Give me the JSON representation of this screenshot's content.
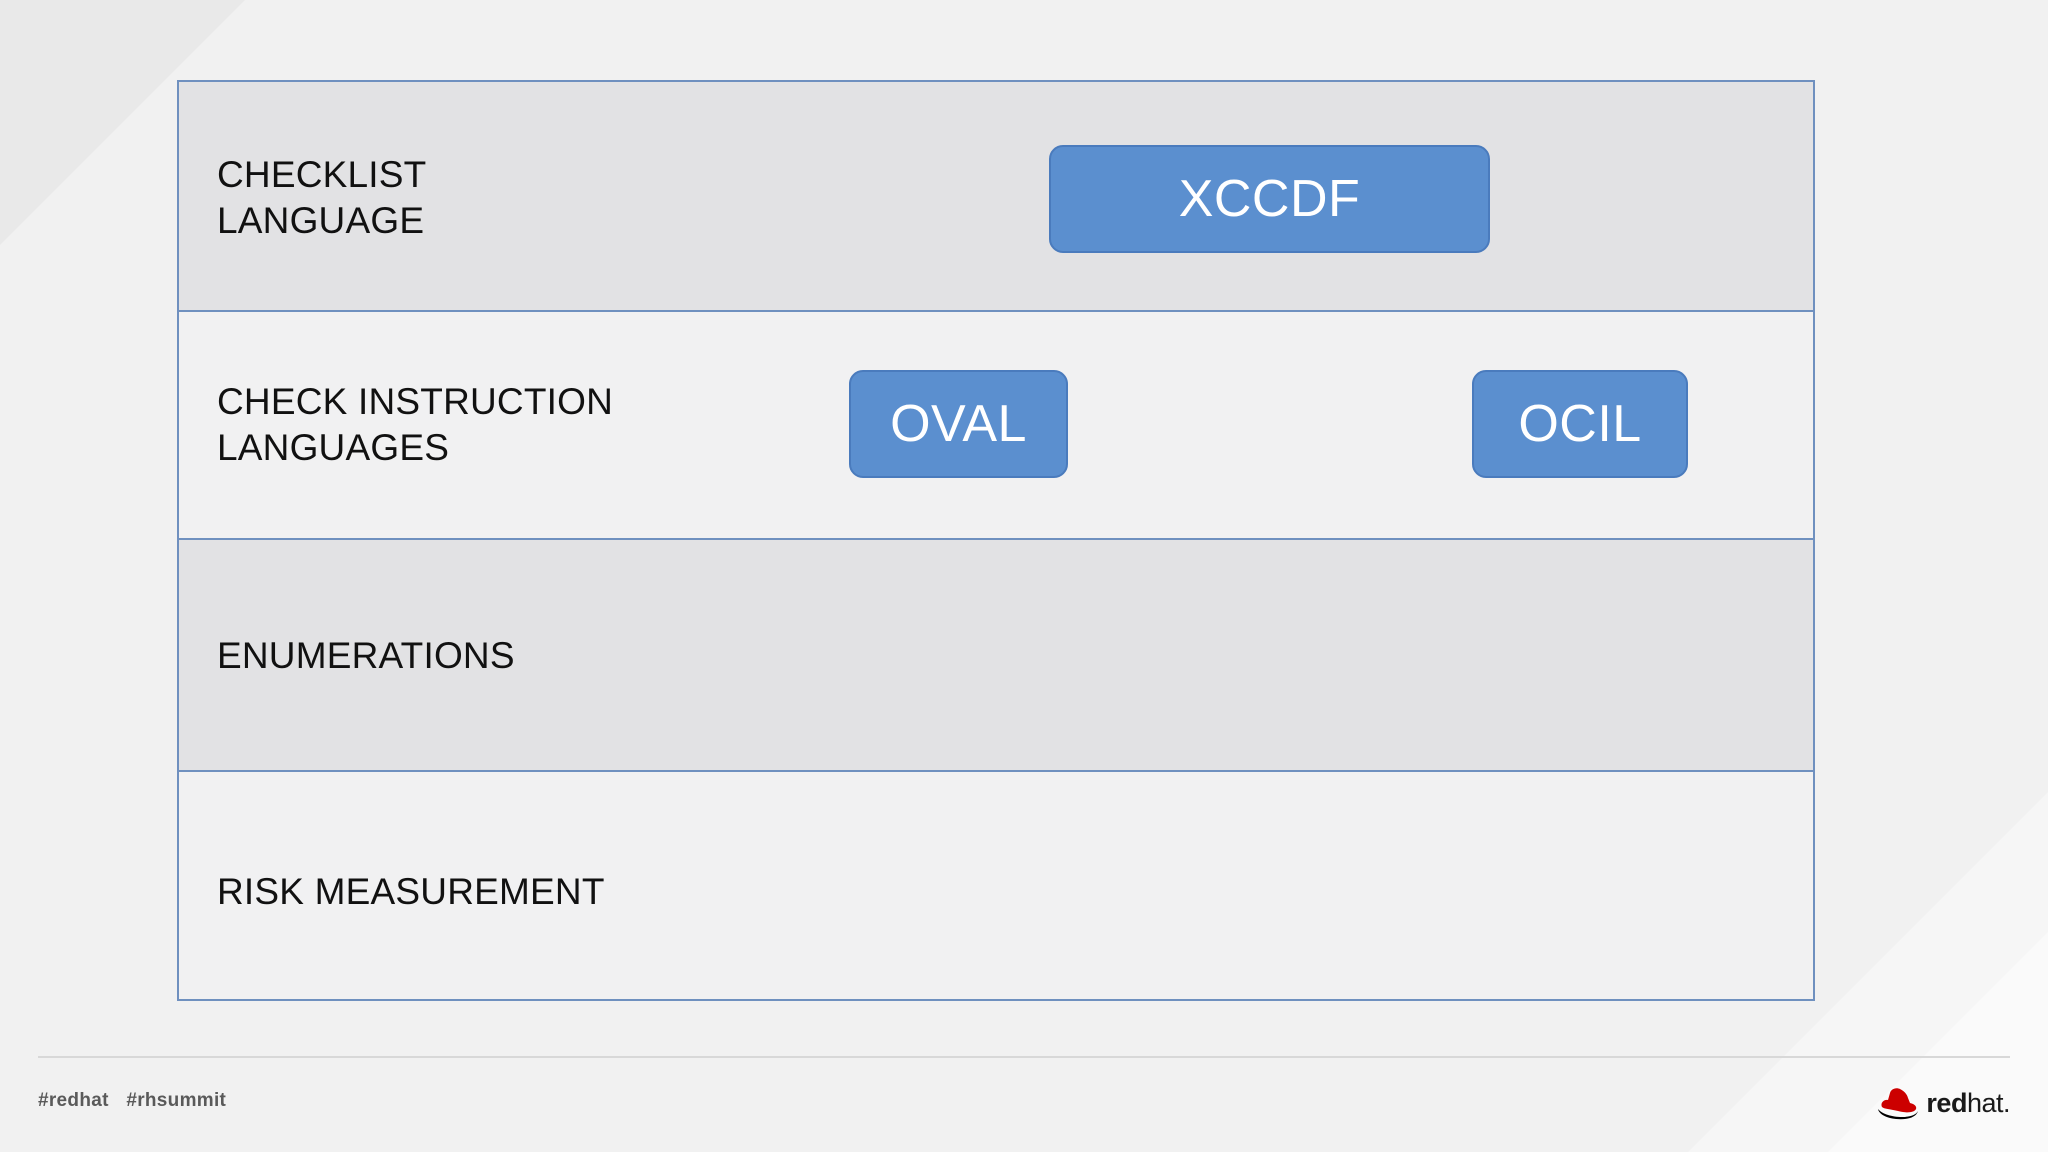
{
  "layers": [
    {
      "label": "CHECKLIST\nLANGUAGE",
      "standards": [
        "XCCDF"
      ]
    },
    {
      "label": "CHECK INSTRUCTION\nLANGUAGES",
      "standards": [
        "OVAL",
        "OCIL"
      ]
    },
    {
      "label": "ENUMERATIONS",
      "standards": []
    },
    {
      "label": "RISK MEASUREMENT",
      "standards": []
    }
  ],
  "footer": {
    "hashtags": [
      "#redhat",
      "#rhsummit"
    ],
    "brand_bold": "red",
    "brand_light": "hat."
  },
  "colors": {
    "box_fill": "#5b8fcf",
    "border": "#6f90bf",
    "brand_red": "#cc0000"
  }
}
